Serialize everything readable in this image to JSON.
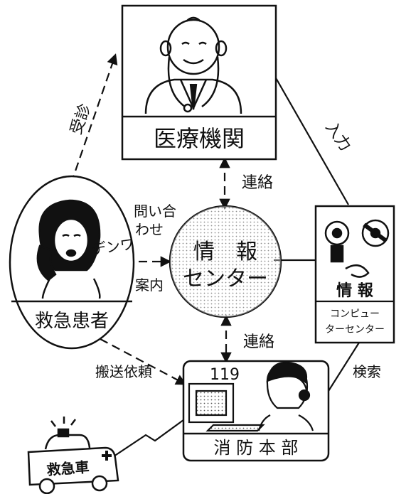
{
  "nodes": {
    "medical": {
      "label": "医療機関"
    },
    "patient": {
      "label": "救急患者",
      "phone_text": "デンワ"
    },
    "center": {
      "line1": "情　報",
      "line2": "センター"
    },
    "computer": {
      "label_line1": "コンピュー",
      "label_line2": "ターセンター",
      "icon_caption": "情 報"
    },
    "fire": {
      "label": "消 防 本 部",
      "phone_number": "119"
    },
    "ambulance": {
      "label": "救急車"
    }
  },
  "edges": {
    "jushin": "受診",
    "nyuryoku": "入力",
    "renraku_top": "連絡",
    "renraku_bottom": "連絡",
    "toiawase_line1": "問い合",
    "toiawase_line2": "わせ",
    "annai": "案内",
    "hansou": "搬送依頼",
    "kensaku": "検索"
  }
}
